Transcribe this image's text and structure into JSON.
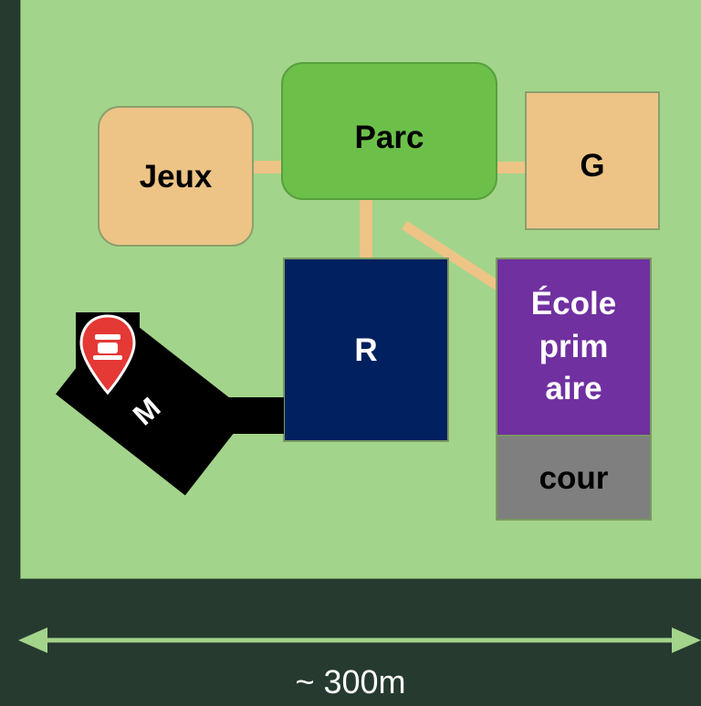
{
  "map": {
    "blocks": {
      "jeux": "Jeux",
      "parc": "Parc",
      "g": "G",
      "r": "R",
      "ecole": "École prim aire",
      "ecole_lines": [
        "École",
        "prim",
        "aire"
      ],
      "cour": "cour",
      "m": "M"
    },
    "marker_icon": "cafe-pin-icon",
    "scale_label": "~ 300m"
  },
  "colors": {
    "background": "#263a2f",
    "land": "#a3d48b",
    "park": "#6cc04a",
    "tan": "#edc486",
    "r_block": "#002060",
    "ecole": "#7030a0",
    "cour": "#7f7f7f",
    "m_block": "#000000",
    "marker": "#e53935"
  }
}
